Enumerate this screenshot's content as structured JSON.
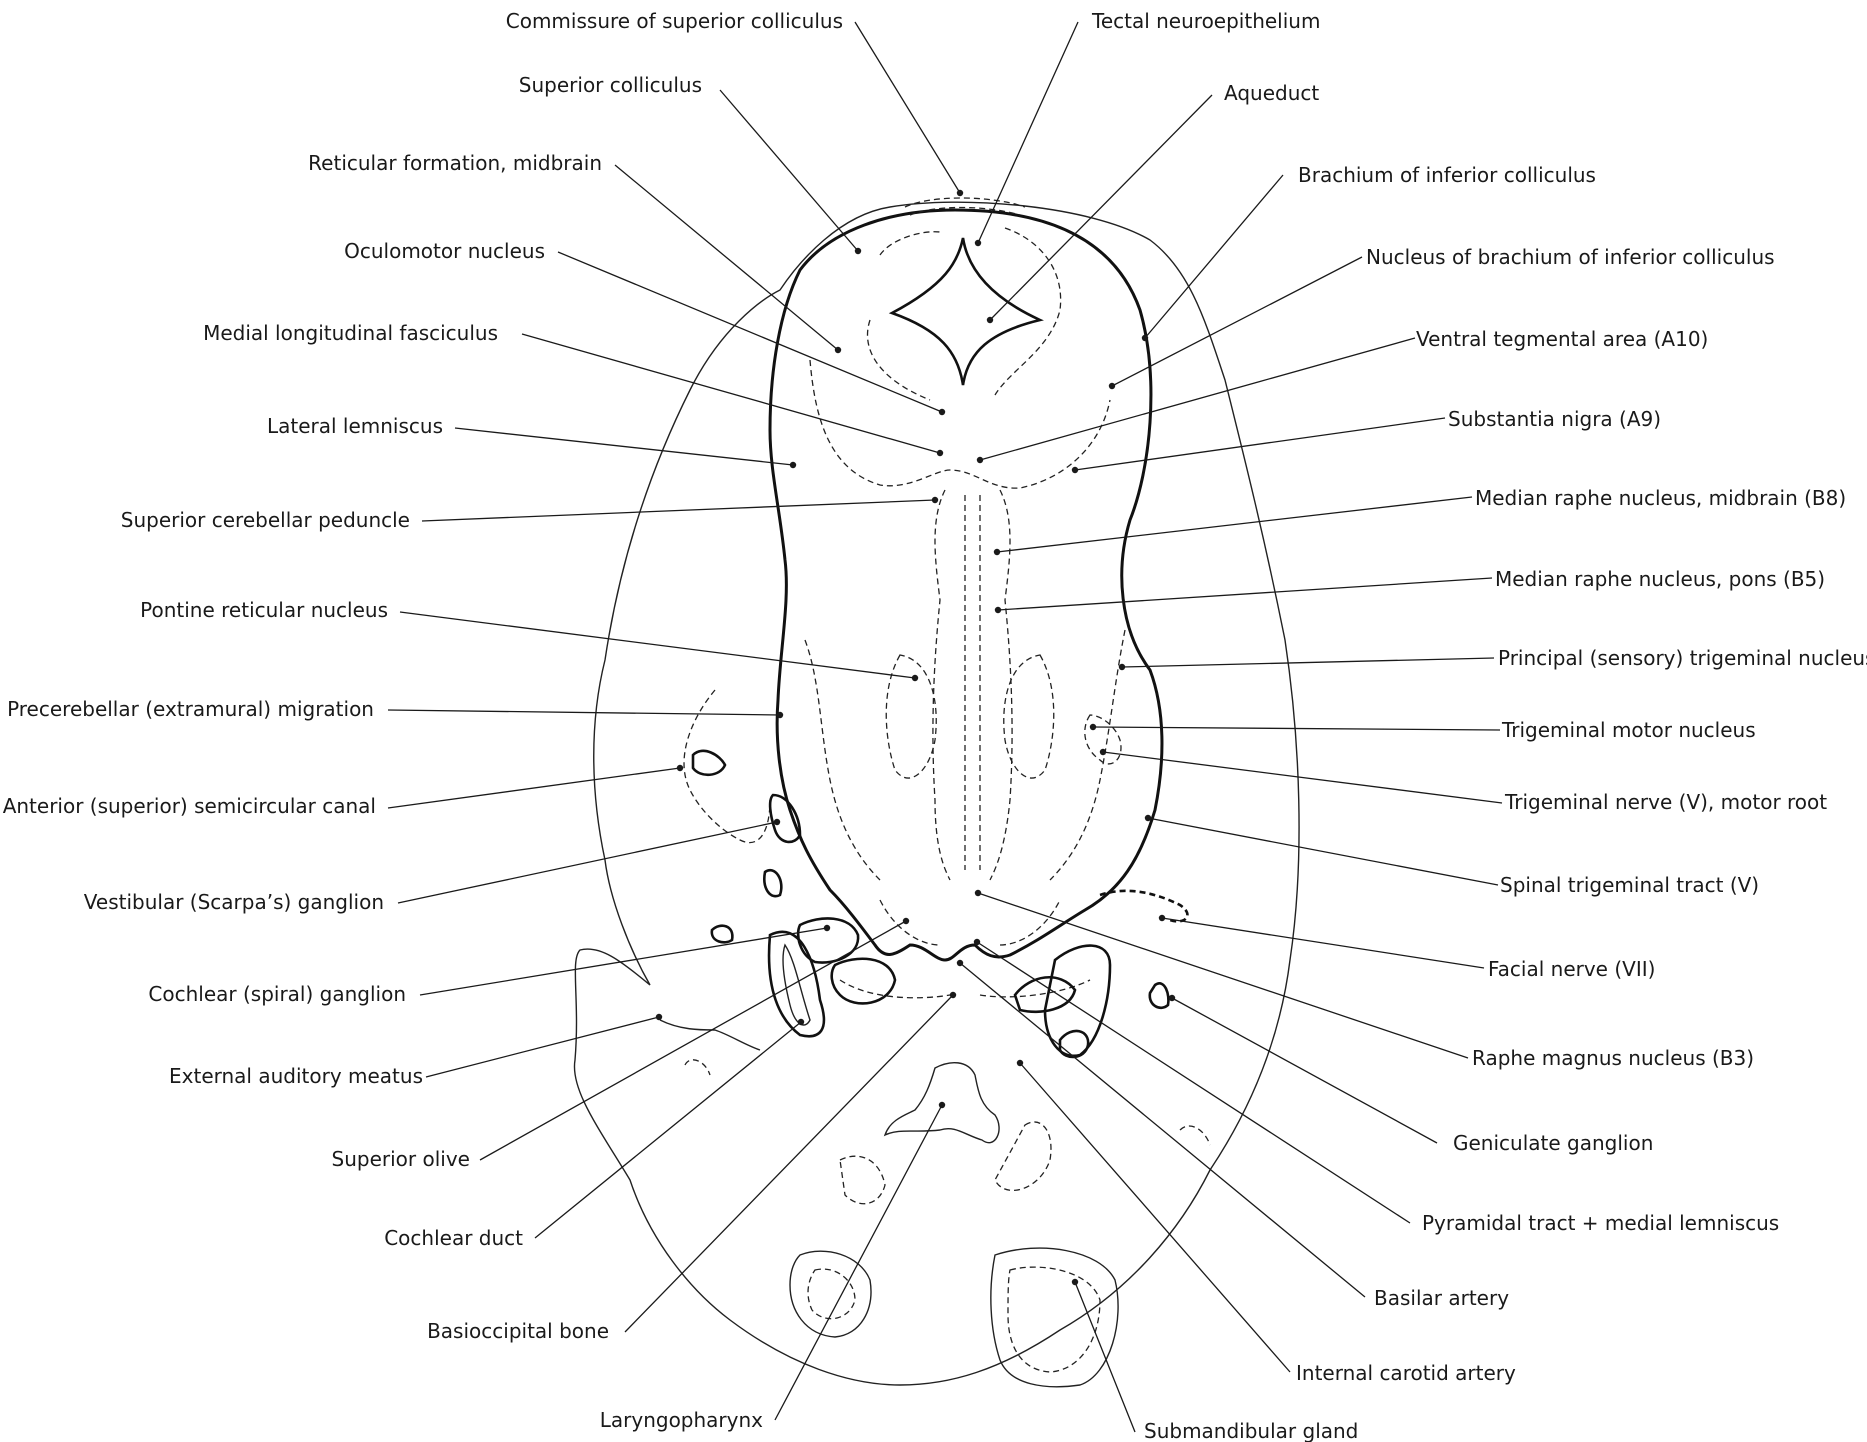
{
  "labels": {
    "commissure_superior_colliculus": "Commissure of superior colliculus",
    "tectal_neuroepithelium": "Tectal neuroepithelium",
    "superior_colliculus": "Superior colliculus",
    "aqueduct": "Aqueduct",
    "reticular_formation_midbrain": "Reticular formation, midbrain",
    "brachium_inferior_colliculus": "Brachium of inferior colliculus",
    "oculomotor_nucleus": "Oculomotor nucleus",
    "nucleus_brachium_inferior_colliculus": "Nucleus of brachium of inferior colliculus",
    "medial_longitudinal_fasciculus": "Medial longitudinal fasciculus",
    "ventral_tegmental_area": "Ventral tegmental area (A10)",
    "lateral_lemniscus": "Lateral lemniscus",
    "substantia_nigra": "Substantia nigra (A9)",
    "superior_cerebellar_peduncle": "Superior cerebellar peduncle",
    "median_raphe_midbrain": "Median raphe nucleus, midbrain (B8)",
    "pontine_reticular_nucleus": "Pontine reticular nucleus",
    "median_raphe_pons": "Median raphe nucleus, pons (B5)",
    "precerebellar_migration": "Precerebellar (extramural) migration",
    "principal_trigeminal_nucleus": "Principal (sensory) trigeminal nucleus",
    "anterior_semicircular_canal": "Anterior (superior) semicircular canal",
    "trigeminal_motor_nucleus": "Trigeminal motor nucleus",
    "vestibular_ganglion": "Vestibular (Scarpa’s) ganglion",
    "trigeminal_nerve_motor_root": "Trigeminal nerve (V), motor root",
    "cochlear_ganglion": "Cochlear (spiral) ganglion",
    "spinal_trigeminal_tract": "Spinal trigeminal tract (V)",
    "external_auditory_meatus": "External auditory meatus",
    "facial_nerve": "Facial nerve (VII)",
    "superior_olive": "Superior olive",
    "raphe_magnus": "Raphe magnus nucleus (B3)",
    "cochlear_duct": "Cochlear duct",
    "geniculate_ganglion": "Geniculate ganglion",
    "basioccipital_bone": "Basioccipital bone",
    "pyramidal_tract": "Pyramidal tract + medial lemniscus",
    "laryngopharynx": "Laryngopharynx",
    "basilar_artery": "Basilar artery",
    "internal_carotid_artery": "Internal carotid artery",
    "submandibular_gland": "Submandibular gland"
  }
}
